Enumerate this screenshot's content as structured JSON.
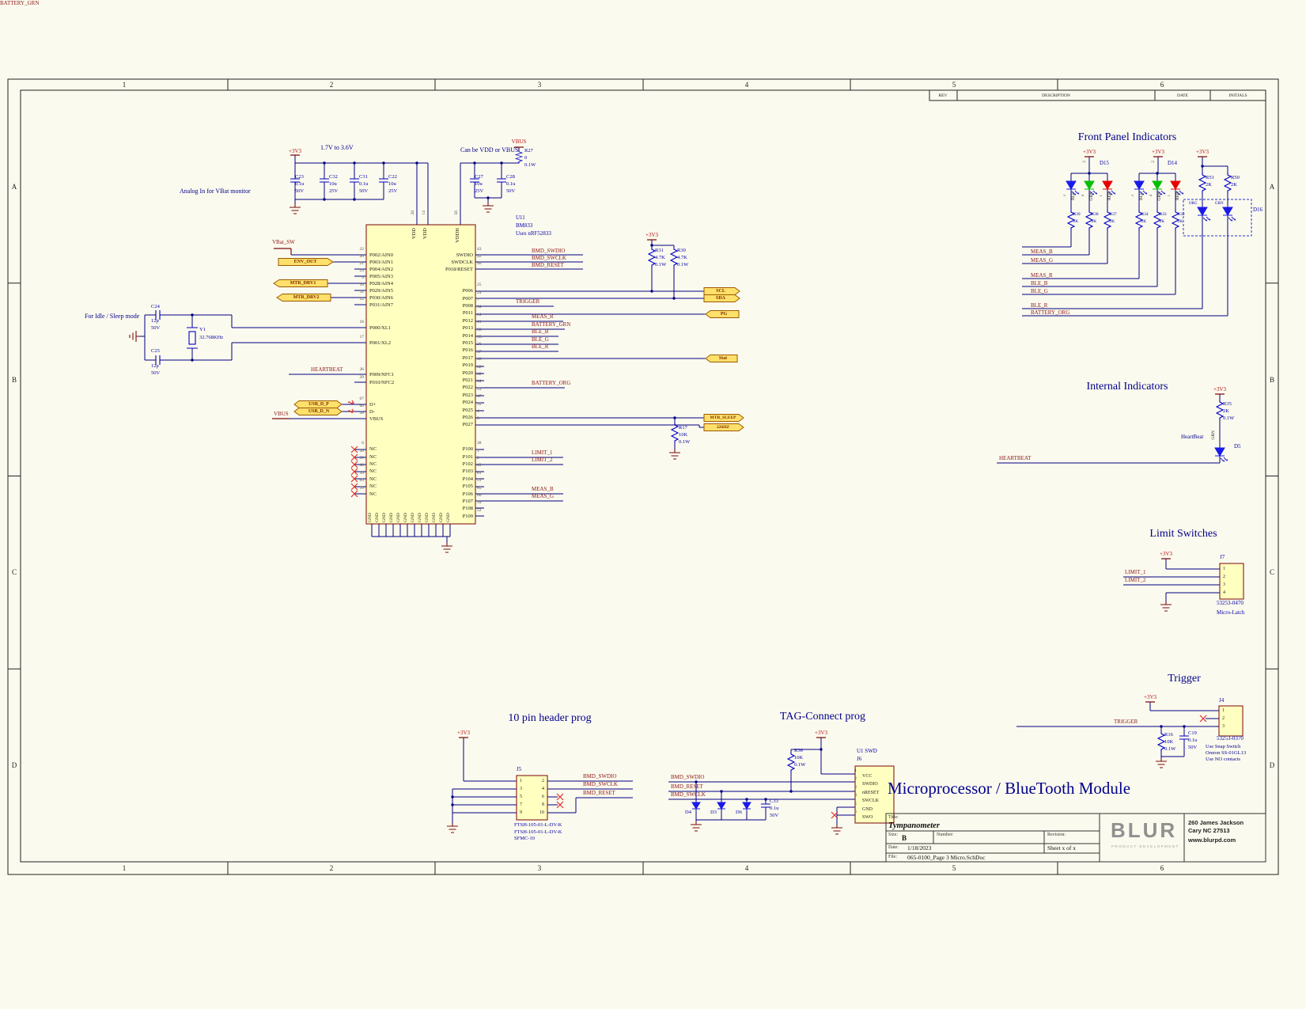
{
  "frame": {
    "columns": [
      "1",
      "2",
      "3",
      "4",
      "5",
      "6"
    ],
    "rows": [
      "A",
      "B",
      "C",
      "D"
    ],
    "rev": {
      "rev": "REV",
      "description": "DESCRIPTION",
      "date": "DATE",
      "initials": "INITIALS"
    }
  },
  "power": {
    "v3": "+3V3",
    "vbus": "VBUS"
  },
  "notes": {
    "analog": "Analog In for VBat monitor",
    "range": "1.7V to 3.6V",
    "vddvbus": "Can be VDD or VBUS",
    "idle": "For Idle / Sleep mode"
  },
  "bank1": {
    "caps": [
      {
        "ref": "C32",
        "val": "10u",
        "volt": "25V"
      },
      {
        "ref": "C31",
        "val": "0.1u",
        "volt": "50V"
      },
      {
        "ref": "C22",
        "val": "10u",
        "volt": "25V"
      },
      {
        "ref": "C23",
        "val": "0.1u",
        "volt": "50V"
      }
    ]
  },
  "bank2": {
    "caps": [
      {
        "ref": "C28",
        "val": "0.1u",
        "volt": "50V"
      },
      {
        "ref": "C27",
        "val": "10u",
        "volt": "25V"
      }
    ],
    "r27": {
      "ref": "R27",
      "val": "0",
      "pw": "0.1W"
    }
  },
  "xtal": {
    "c24": {
      "ref": "C24",
      "val": "12p",
      "volt": "50V"
    },
    "c25": {
      "ref": "C25",
      "val": "12p",
      "volt": "50V"
    },
    "y1": {
      "ref": "Y1",
      "val": "32.768KHz"
    }
  },
  "mcu": {
    "ref": "U11",
    "part": "BM833",
    "note": "Uses nRF52833",
    "top_pins": [
      {
        "num": "28",
        "name": "VDD"
      },
      {
        "num": "14",
        "name": "VDD"
      },
      {
        "num": "56",
        "name": "VDDH"
      }
    ],
    "analog": [
      {
        "num": "22",
        "name": "P002/AIN0"
      },
      {
        "num": "20",
        "name": "P003/AIN1"
      },
      {
        "num": "21",
        "name": "P004/AIN2"
      },
      {
        "num": "23",
        "name": "P005/AIN3"
      },
      {
        "num": "9",
        "name": "P028/AIN4"
      },
      {
        "num": "10",
        "name": "P029/AIN5"
      },
      {
        "num": "11",
        "name": "P030/AIN6"
      },
      {
        "num": "12",
        "name": "P031/AIN7"
      }
    ],
    "xl": [
      {
        "num": "16",
        "name": "P000/XL1"
      },
      {
        "num": "17",
        "name": "P001/XL2"
      }
    ],
    "nfc": [
      {
        "num": "26",
        "name": "P009/NFC1"
      },
      {
        "num": "29",
        "name": "P010/NFC2"
      }
    ],
    "usb": [
      {
        "num": "67",
        "name": "D+"
      },
      {
        "num": "68",
        "name": "D-"
      },
      {
        "num": "58",
        "name": "VBUS"
      }
    ],
    "nc": [
      {
        "num": "6",
        "name": "NC"
      },
      {
        "num": "50",
        "name": "NC"
      },
      {
        "num": "57",
        "name": "NC"
      },
      {
        "num": "46",
        "name": "NC"
      },
      {
        "num": "39",
        "name": "NC"
      },
      {
        "num": "63",
        "name": "NC"
      },
      {
        "num": "59",
        "name": "NC"
      }
    ],
    "swd": [
      {
        "num": "43",
        "name": "SWDIO"
      },
      {
        "num": "42",
        "name": "SWDCLK"
      },
      {
        "num": "40",
        "name": "P018/RESET"
      }
    ],
    "gpio": [
      {
        "num": "25",
        "name": "P006"
      },
      {
        "num": "24",
        "name": "P007"
      },
      {
        "num": "7",
        "name": "P008"
      },
      {
        "num": "34",
        "name": "P011"
      },
      {
        "num": "64",
        "name": "P012"
      },
      {
        "num": "41",
        "name": "P013"
      },
      {
        "num": "33",
        "name": "P014"
      },
      {
        "num": "35",
        "name": "P015"
      },
      {
        "num": "36",
        "name": "P016"
      },
      {
        "num": "37",
        "name": "P017"
      },
      {
        "num": "48",
        "name": "P019"
      },
      {
        "num": "62",
        "name": "P020"
      },
      {
        "num": "60",
        "name": "P021"
      },
      {
        "num": "44",
        "name": "P022"
      },
      {
        "num": "53",
        "name": "P023"
      },
      {
        "num": "47",
        "name": "P024"
      },
      {
        "num": "55",
        "name": "P025"
      },
      {
        "num": "4",
        "name": "P026"
      },
      {
        "num": "8",
        "name": "P027"
      }
    ],
    "p1": [
      {
        "num": "38",
        "name": "P100"
      },
      {
        "num": "1",
        "name": "P101"
      },
      {
        "num": "2",
        "name": "P102"
      },
      {
        "num": "49",
        "name": "P103"
      },
      {
        "num": "61",
        "name": "P104"
      },
      {
        "num": "51",
        "name": "P105"
      },
      {
        "num": "65",
        "name": "P106"
      },
      {
        "num": "66",
        "name": "P107"
      },
      {
        "num": "54",
        "name": "P108"
      },
      {
        "num": "52",
        "name": "P109"
      }
    ],
    "gnd": [
      "GND",
      "GND",
      "GND",
      "GND",
      "GND",
      "GND",
      "GND",
      "GND",
      "GND",
      "GND",
      "GND",
      "GND"
    ]
  },
  "left_nets": {
    "vbat": "VBat_SW",
    "env": "ENV_OUT",
    "mtr1": "MTR_DRV1",
    "mtr2": "MTR_DRV2",
    "heartbeat": "HEARTBEAT",
    "usbp": "USB_D_P",
    "usbn": "USB_D_N",
    "vbus": "VBUS"
  },
  "right_nets": {
    "bmd": [
      "BMD_SWDIO",
      "BMD_SWCLK",
      "BMD_RESET"
    ],
    "trigger": "TRIGGER",
    "meas_r": "MEAS_R",
    "batt_grn": "BATTERY_GRN",
    "ble_b": "BLE_B",
    "ble_g": "BLE_G",
    "ble_r": "BLE_R",
    "batt_org": "BATTERY_ORG",
    "limit1": "LIMIT_1",
    "limit2": "LIMIT_2",
    "meas_b": "MEAS_B",
    "meas_g": "MEAS_G",
    "ports": {
      "scl": "SCL",
      "sda": "SDA",
      "pg": "PG",
      "stat": "Stat",
      "mtr_sleep": "MTR_SLEEP",
      "hz": "226HZ"
    },
    "r31": {
      "ref": "R31",
      "val": "4.7K",
      "pw": "0.1W"
    },
    "r30": {
      "ref": "R30",
      "val": "4.7K",
      "pw": "0.1W"
    },
    "r17": {
      "ref": "R17",
      "val": "10K",
      "pw": "0.1W"
    }
  },
  "front_panel": {
    "title": "Front Panel Indicators",
    "rgb": [
      {
        "ref": "D15",
        "common": "2",
        "ch": [
          {
            "pin": "3",
            "color": "BLU",
            "res": "R39",
            "val": "2K"
          },
          {
            "pin": "4",
            "color": "GRN",
            "res": "R38",
            "val": "2K"
          },
          {
            "pin": "1",
            "color": "RED",
            "res": "R37",
            "val": "2K"
          }
        ]
      },
      {
        "ref": "D14",
        "common": "2",
        "ch": [
          {
            "pin": "3",
            "color": "BLU",
            "res": "R34",
            "val": "2K"
          },
          {
            "pin": "4",
            "color": "GRN",
            "res": "R33",
            "val": "2K"
          },
          {
            "pin": "1",
            "color": "RED",
            "res": "R32",
            "val": "2K"
          }
        ]
      }
    ],
    "batt": {
      "ref": "D16",
      "org": "ORG",
      "grn": "GRN",
      "r51": {
        "ref": "R51",
        "val": "2K"
      },
      "r50": {
        "ref": "R50",
        "val": "2K"
      }
    },
    "nets": [
      "MEAS_B",
      "MEAS_G",
      "MEAS_R",
      "BLE_B",
      "BLE_G",
      "BLE_R",
      "BATTERY_ORG",
      "BATTERY_GRN"
    ]
  },
  "internal": {
    "title": "Internal Indicators",
    "label": "HeartBeat",
    "color": "GRN",
    "d5": "D5",
    "r35": {
      "ref": "R35",
      "val": "2K",
      "pw": "0.1W"
    },
    "net": "HEARTBEAT"
  },
  "limit": {
    "title": "Limit Switches",
    "j7": "J7",
    "pins": [
      "1",
      "2",
      "3",
      "4"
    ],
    "net1": "LIMIT_1",
    "net2": "LIMIT_2",
    "part": "53253-0470",
    "family": "Micro-Latch"
  },
  "trigger": {
    "title": "Trigger",
    "j4": "J4",
    "pins": [
      "1",
      "2",
      "3"
    ],
    "net": "TRIGGER",
    "r16": {
      "ref": "R16",
      "val": "10K",
      "pw": "0.1W"
    },
    "c19": {
      "ref": "C19",
      "val": "0.1u",
      "volt": "50V"
    },
    "part": "53253-0370",
    "notes": [
      "Use Snap Switch",
      "Omron SS-01GL13",
      "Use NO contacts"
    ]
  },
  "header10": {
    "title": "10 pin header prog",
    "j5": "J5",
    "left_pins": [
      "1",
      "3",
      "5",
      "7",
      "9"
    ],
    "right_pins": [
      "2",
      "4",
      "6",
      "8",
      "10"
    ],
    "net1": "BMD_SWDIO",
    "net2": "BMD_SWCLK",
    "net3": "BMD_RESET",
    "parts": [
      "FTSH-105-01-L-DV-K",
      "FTSH-105-01-L-DV-K",
      "SFMC-10"
    ]
  },
  "tag": {
    "title": "TAG-Connect prog",
    "u1": "U1 SWD",
    "j6": "J6",
    "pins": [
      {
        "num": "1",
        "name": "VCC"
      },
      {
        "num": "2",
        "name": "SWDIO"
      },
      {
        "num": "3",
        "name": "nRESET"
      },
      {
        "num": "4",
        "name": "SWCLK"
      },
      {
        "num": "5",
        "name": "GND"
      },
      {
        "num": "6",
        "name": "SWO"
      }
    ],
    "net1": "BMD_SWDIO",
    "net2": "BMD_RESET",
    "net3": "BMD_SWCLK",
    "r36": {
      "ref": "R36",
      "val": "10K",
      "pw": "0.1W"
    },
    "c33": {
      "ref": "C33",
      "val": "0.1u",
      "volt": "50V"
    },
    "diodes": [
      "D4",
      "D3",
      "D6"
    ]
  },
  "titleblock": {
    "main_title": "Microprocessor / BlueTooth Module",
    "title_label": "Title:",
    "title": "Tympanometer",
    "size_label": "Size:",
    "size": "B",
    "number_label": "Number:",
    "revision_label": "Revision:",
    "date_label": "Date:",
    "date": "1/18/2023",
    "sheet": "Sheet  x  of  x",
    "file_label": "File:",
    "file": "065-0100_Page 3 Micro.SchDoc",
    "logo": "BLUR",
    "logo_sub": "PRODUCT DEVELOPMENT",
    "addr1": "260 James Jackson",
    "addr2": "Cary NC 27513",
    "web": "www.blurpd.com"
  }
}
